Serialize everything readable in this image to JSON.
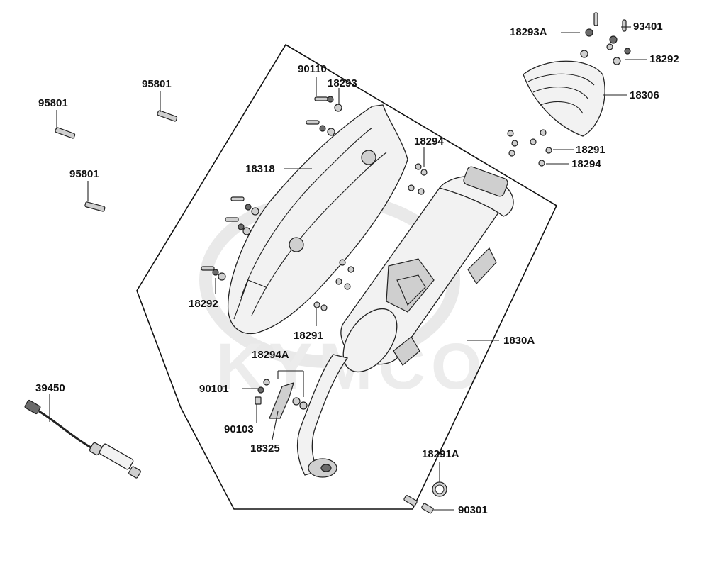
{
  "diagram": {
    "watermark": "KYMCO",
    "assembly_label": "1830A",
    "parts": [
      {
        "code": "93401"
      },
      {
        "code": "18293A"
      },
      {
        "code": "18292"
      },
      {
        "code": "18306"
      },
      {
        "code": "18291"
      },
      {
        "code": "18294"
      },
      {
        "code": "90110"
      },
      {
        "code": "18293"
      },
      {
        "code": "95801"
      },
      {
        "code": "95801"
      },
      {
        "code": "95801"
      },
      {
        "code": "18318"
      },
      {
        "code": "18294"
      },
      {
        "code": "18292"
      },
      {
        "code": "18291"
      },
      {
        "code": "1830A"
      },
      {
        "code": "18294A"
      },
      {
        "code": "90101"
      },
      {
        "code": "90103"
      },
      {
        "code": "18325"
      },
      {
        "code": "39450"
      },
      {
        "code": "18291A"
      },
      {
        "code": "90301"
      }
    ]
  }
}
